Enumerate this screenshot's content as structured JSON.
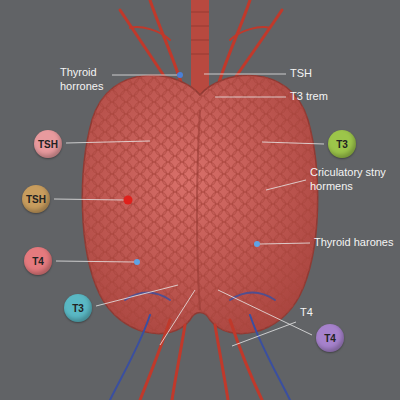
{
  "diagram": {
    "nodes": [
      {
        "text": [
          "TSH"
        ]
      },
      {
        "text": [
          "T3"
        ]
      },
      {
        "text": [
          "TSH"
        ]
      },
      {
        "text": [
          "T4"
        ]
      },
      {
        "text": [
          "T3"
        ]
      },
      {
        "text": [
          "T4"
        ]
      }
    ],
    "labels": [
      "Thyroid horrones",
      "TSH",
      "T3 trem",
      "Criculatory stny hormens",
      "Thyroid harones",
      "T4"
    ]
  }
}
